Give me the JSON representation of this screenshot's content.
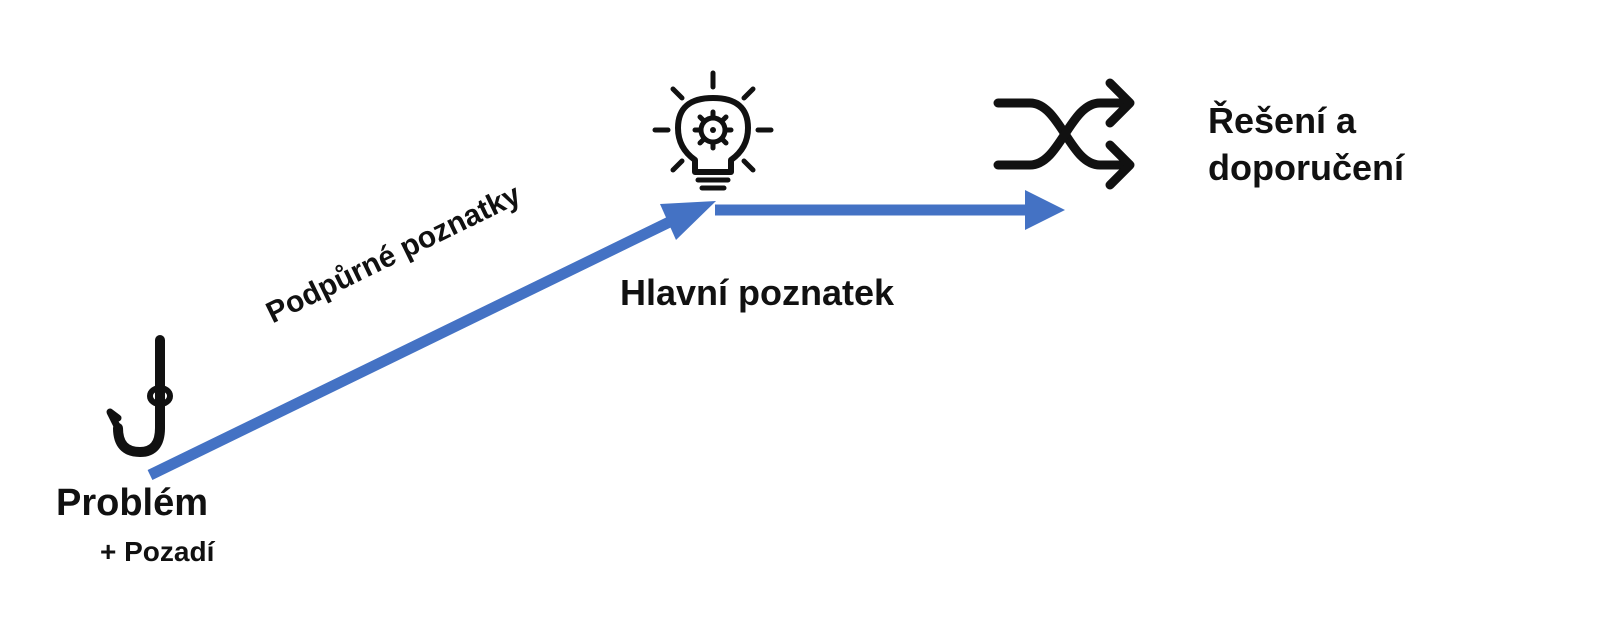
{
  "labels": {
    "problem": "Problém",
    "background": "+ Pozadí",
    "supporting_insights": "Podpůrné poznatky",
    "main_insight": "Hlavní poznatek",
    "solution": "Řešení a doporučení"
  },
  "icons": {
    "problem": "fish-hook-icon",
    "main_insight": "lightbulb-gear-icon",
    "solution": "shuffle-icon"
  },
  "colors": {
    "arrow": "#4472c4",
    "icon": "#111111",
    "text": "#111111"
  }
}
